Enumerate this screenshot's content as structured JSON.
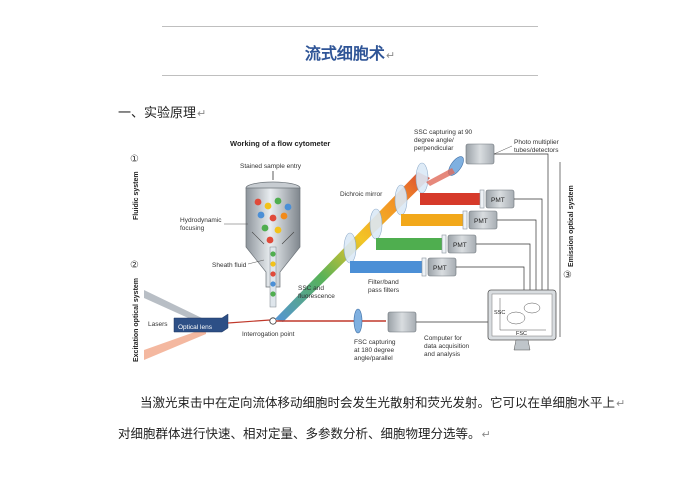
{
  "doc": {
    "title": "流式细胞术",
    "heading": "一、实验原理",
    "para_line1": "当激光束击中在定向流体移动细胞时会发生光散射和荧光发射。它可以在单细胞水平上",
    "para_line2": "对细胞群体进行快速、相对定量、多参数分析、细胞物理分选等。",
    "para_mark": "↵",
    "mark": "↵"
  },
  "figure": {
    "title": "Working of a flow cytometer",
    "num1": "①",
    "num2": "②",
    "num3": "③",
    "fluidic": "Fluidic system",
    "excitation": "Excitation optical system",
    "emission": "Emission optical system",
    "stained": "Stained sample entry",
    "hydro1": "Hydrodynamic",
    "hydro2": "focusing",
    "sheath": "Sheath fluid",
    "dichroic": "Dichroic mirror",
    "ssc_fl1": "SSC and",
    "ssc_fl2": "fluorescence",
    "lasers": "Lasers",
    "optical_lens": "Optical lens",
    "interrogation": "Interrogation point",
    "ssc90_1": "SSC capturing at 90",
    "ssc90_2": "degree angle/",
    "ssc90_3": "perpendicular",
    "pmt_1": "Photo multiplier",
    "pmt_2": "tubes/detectors",
    "pmt": "PMT",
    "filter1": "Filter/band",
    "filter2": "pass filters",
    "fsc180_1": "FSC capturing",
    "fsc180_2": "at 180 degree",
    "fsc180_3": "angle/parallel",
    "comp1": "Computer for",
    "comp2": "data acquisition",
    "comp3": "and analysis",
    "ssc_axis": "SSC",
    "fsc_axis": "FSC"
  }
}
